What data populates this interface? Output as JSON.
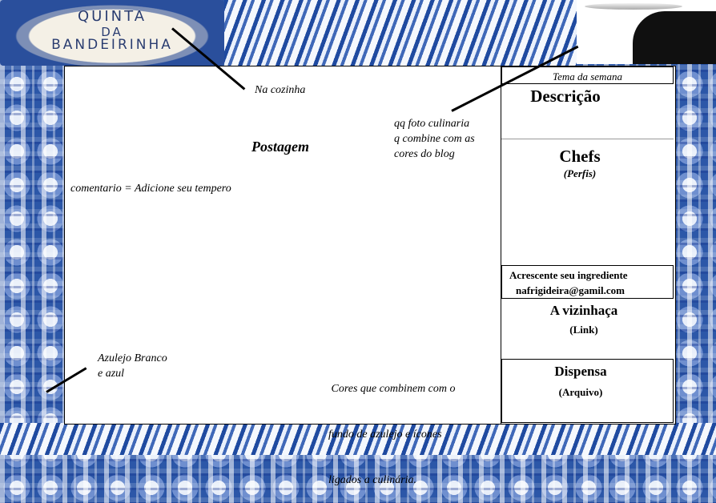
{
  "logo": {
    "line1": "QUINTA",
    "line2": "DA",
    "line3": "BANDEIRINHA"
  },
  "annotations": {
    "kitchen": "Na cozinha",
    "photo_note": [
      "qq foto culinaria",
      "q combine com as",
      "cores do blog"
    ],
    "tiles_note": [
      "Azulejo Branco",
      "e azul"
    ],
    "colors_note": [
      " Cores que combinem com o",
      "fundo de azulejo e ícones",
      "ligados a culinária."
    ]
  },
  "main": {
    "post_title": "Postagem",
    "comment_label": "comentario = Adicione seu tempero"
  },
  "sidebar": {
    "weekly_theme": "Tema da semana",
    "description": "Descrição",
    "chefs_title": "Chefs",
    "chefs_sub": "(Perfis)",
    "ingredient_title": "Acrescente seu ingrediente",
    "ingredient_email": "nafrigideira@gamil.com",
    "neighborhood_title": "A vizinhaça",
    "neighborhood_sub": "(Link)",
    "pantry_title": "Dispensa",
    "pantry_sub": "(Arquivo)"
  }
}
